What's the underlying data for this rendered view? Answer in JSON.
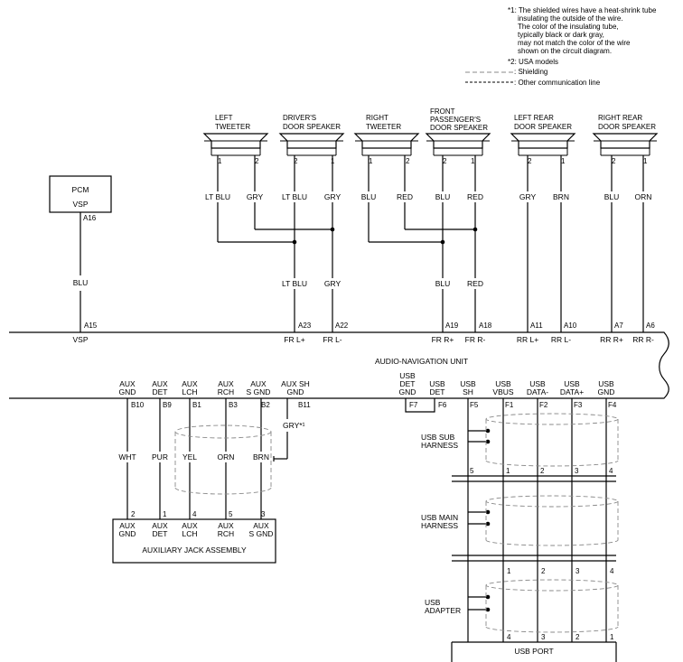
{
  "notes": {
    "shield_note": [
      "*1: The shielded wires have a heat-shrink tube",
      "insulating the outside of the wire.",
      "The color of the insulating tube,",
      "typically black or dark gray,",
      "may not match the color of the wire",
      "shown on the circuit diagram."
    ],
    "usa_note": "*2: USA models",
    "legend_shielding": ": Shielding",
    "legend_comm": ": Other communication line"
  },
  "pcm": {
    "title": "PCM",
    "terminal": "VSP",
    "pin": "A16",
    "wire": "BLU"
  },
  "speakers": [
    {
      "name": [
        "LEFT",
        "TWEETER"
      ],
      "pins": [
        "1",
        "2"
      ],
      "colors": [
        "LT BLU",
        "GRY"
      ]
    },
    {
      "name": [
        "DRIVER'S",
        "DOOR SPEAKER"
      ],
      "pins": [
        "2",
        "1"
      ],
      "colors": [
        "LT BLU",
        "GRY"
      ]
    },
    {
      "name": [
        "RIGHT",
        "TWEETER"
      ],
      "pins": [
        "1",
        "2"
      ],
      "colors": [
        "BLU",
        "RED"
      ]
    },
    {
      "name": [
        "FRONT",
        "PASSENGER'S",
        "DOOR SPEAKER"
      ],
      "pins": [
        "2",
        "1"
      ],
      "colors": [
        "BLU",
        "RED"
      ]
    },
    {
      "name": [
        "LEFT REAR",
        "DOOR SPEAKER"
      ],
      "pins": [
        "2",
        "1"
      ],
      "colors": [
        "GRY",
        "BRN"
      ]
    },
    {
      "name": [
        "RIGHT REAR",
        "DOOR SPEAKER"
      ],
      "pins": [
        "2",
        "1"
      ],
      "colors": [
        "BLU",
        "ORN"
      ]
    }
  ],
  "lower_wires": [
    "BLU",
    "LT BLU",
    "GRY",
    "BLU",
    "RED"
  ],
  "unit": {
    "title": "AUDIO-NAVIGATION UNIT",
    "top_pins": [
      "A15",
      "A23",
      "A22",
      "A19",
      "A18",
      "A11",
      "A10",
      "A7",
      "A6"
    ],
    "top_terms": [
      "VSP",
      "FR L+",
      "FR L-",
      "FR R+",
      "FR R-",
      "RR L+",
      "RR L-",
      "RR R+",
      "RR R-"
    ],
    "aux_terms": [
      [
        "AUX",
        "GND"
      ],
      [
        "AUX",
        "DET"
      ],
      [
        "AUX",
        "LCH"
      ],
      [
        "AUX",
        "RCH"
      ],
      [
        "AUX",
        "S GND"
      ],
      [
        "AUX SH",
        "GND"
      ]
    ],
    "aux_pins": [
      "B10",
      "B9",
      "B1",
      "B3",
      "B2",
      "B11"
    ],
    "usb_terms": [
      [
        "USB",
        "DET",
        "GND"
      ],
      [
        "USB",
        "DET"
      ],
      [
        "USB",
        "SH"
      ],
      [
        "USB",
        "VBUS"
      ],
      [
        "USB",
        "DATA-"
      ],
      [
        "USB",
        "DATA+"
      ],
      [
        "USB",
        "GND"
      ]
    ],
    "usb_pins": [
      "F7",
      "F6",
      "F5",
      "F1",
      "F2",
      "F3",
      "F4"
    ]
  },
  "aux_wires": [
    "WHT",
    "PUR",
    "YEL",
    "ORN",
    "BRN"
  ],
  "aux_shield_wire": "GRY*¹",
  "aux_jack": {
    "title": "AUXILIARY JACK ASSEMBLY",
    "pins": [
      "2",
      "1",
      "4",
      "5",
      "3"
    ],
    "terms": [
      [
        "AUX",
        "GND"
      ],
      [
        "AUX",
        "DET"
      ],
      [
        "AUX",
        "LCH"
      ],
      [
        "AUX",
        "RCH"
      ],
      [
        "AUX",
        "S GND"
      ]
    ]
  },
  "usb_sub": {
    "label": [
      "USB SUB",
      "HARNESS"
    ],
    "pins": [
      "5",
      "1",
      "2",
      "3",
      "4"
    ]
  },
  "usb_main": {
    "label": [
      "USB MAIN",
      "HARNESS"
    ]
  },
  "usb_adapter": {
    "label": [
      "USB",
      "ADAPTER"
    ],
    "top_pins": [
      "1",
      "2",
      "3",
      "4"
    ],
    "bottom_pins": [
      "4",
      "3",
      "2",
      "1"
    ]
  },
  "usb_port": {
    "title": "USB PORT"
  }
}
